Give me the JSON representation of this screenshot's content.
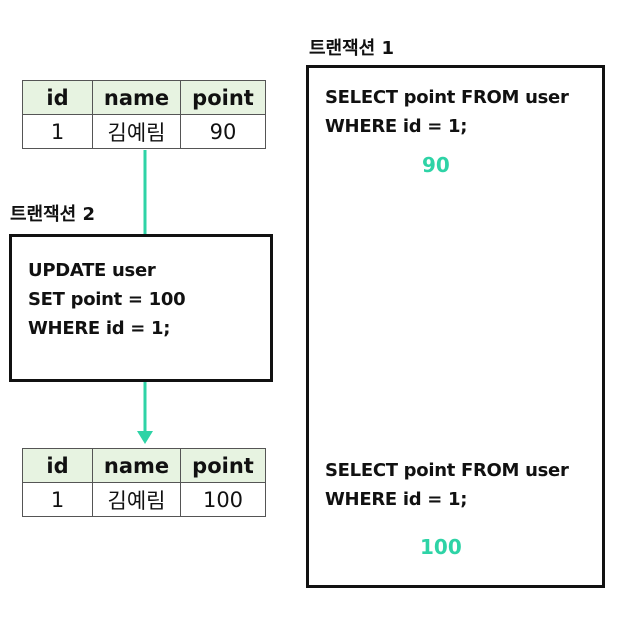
{
  "colors": {
    "accent": "#2ed3a6",
    "header_bg": "#e7f3e1"
  },
  "transaction1": {
    "label": "트랜잭션 1",
    "query1": {
      "line1": "SELECT point FROM user",
      "line2": "WHERE id = 1;",
      "result": "90"
    },
    "query2": {
      "line1": "SELECT point FROM user",
      "line2": "WHERE id = 1;",
      "result": "100"
    }
  },
  "transaction2": {
    "label": "트랜잭션 2",
    "line1": "UPDATE user",
    "line2": "SET point = 100",
    "line3": "WHERE id = 1;"
  },
  "table_before": {
    "headers": [
      "id",
      "name",
      "point"
    ],
    "row": [
      "1",
      "김예림",
      "90"
    ]
  },
  "table_after": {
    "headers": [
      "id",
      "name",
      "point"
    ],
    "row": [
      "1",
      "김예림",
      "100"
    ]
  }
}
